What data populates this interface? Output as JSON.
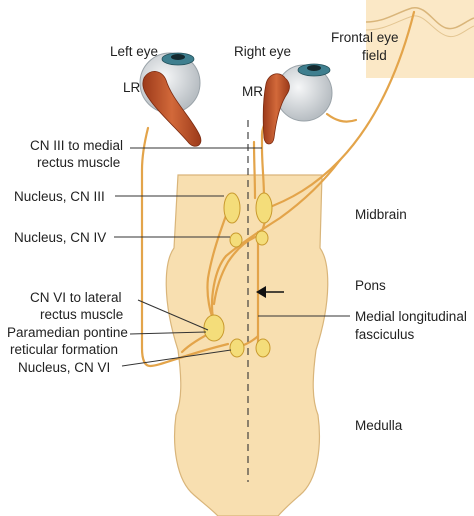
{
  "labels": {
    "left_eye": "Left eye",
    "right_eye": "Right eye",
    "frontal_eye_field_1": "Frontal eye",
    "frontal_eye_field_2": "field",
    "lr": "LR",
    "mr": "MR",
    "cn3_medial_1": "CN III to medial",
    "cn3_medial_2": "rectus muscle",
    "nucleus_cn3": "Nucleus, CN III",
    "nucleus_cn4": "Nucleus, CN IV",
    "cn6_lateral_1": "CN VI to lateral",
    "cn6_lateral_2": "rectus muscle",
    "pprf_1": "Paramedian pontine",
    "pprf_2": "reticular formation",
    "nucleus_cn6": "Nucleus, CN VI",
    "midbrain": "Midbrain",
    "pons": "Pons",
    "mlf_1": "Medial longitudinal",
    "mlf_2": "fasciculus",
    "medulla": "Medulla"
  },
  "colors": {
    "tissue": "#f8dfb0",
    "tissue_edge": "#d9b57a",
    "cortex": "#fbe8c6",
    "nerve": "#e3a44a",
    "nucleus": "#f4dd7a",
    "nucleus_edge": "#c99a2e",
    "muscle": "#c2552a",
    "eye": "#d9dde0",
    "iris": "#3f7f8f",
    "leader": "#333333"
  }
}
